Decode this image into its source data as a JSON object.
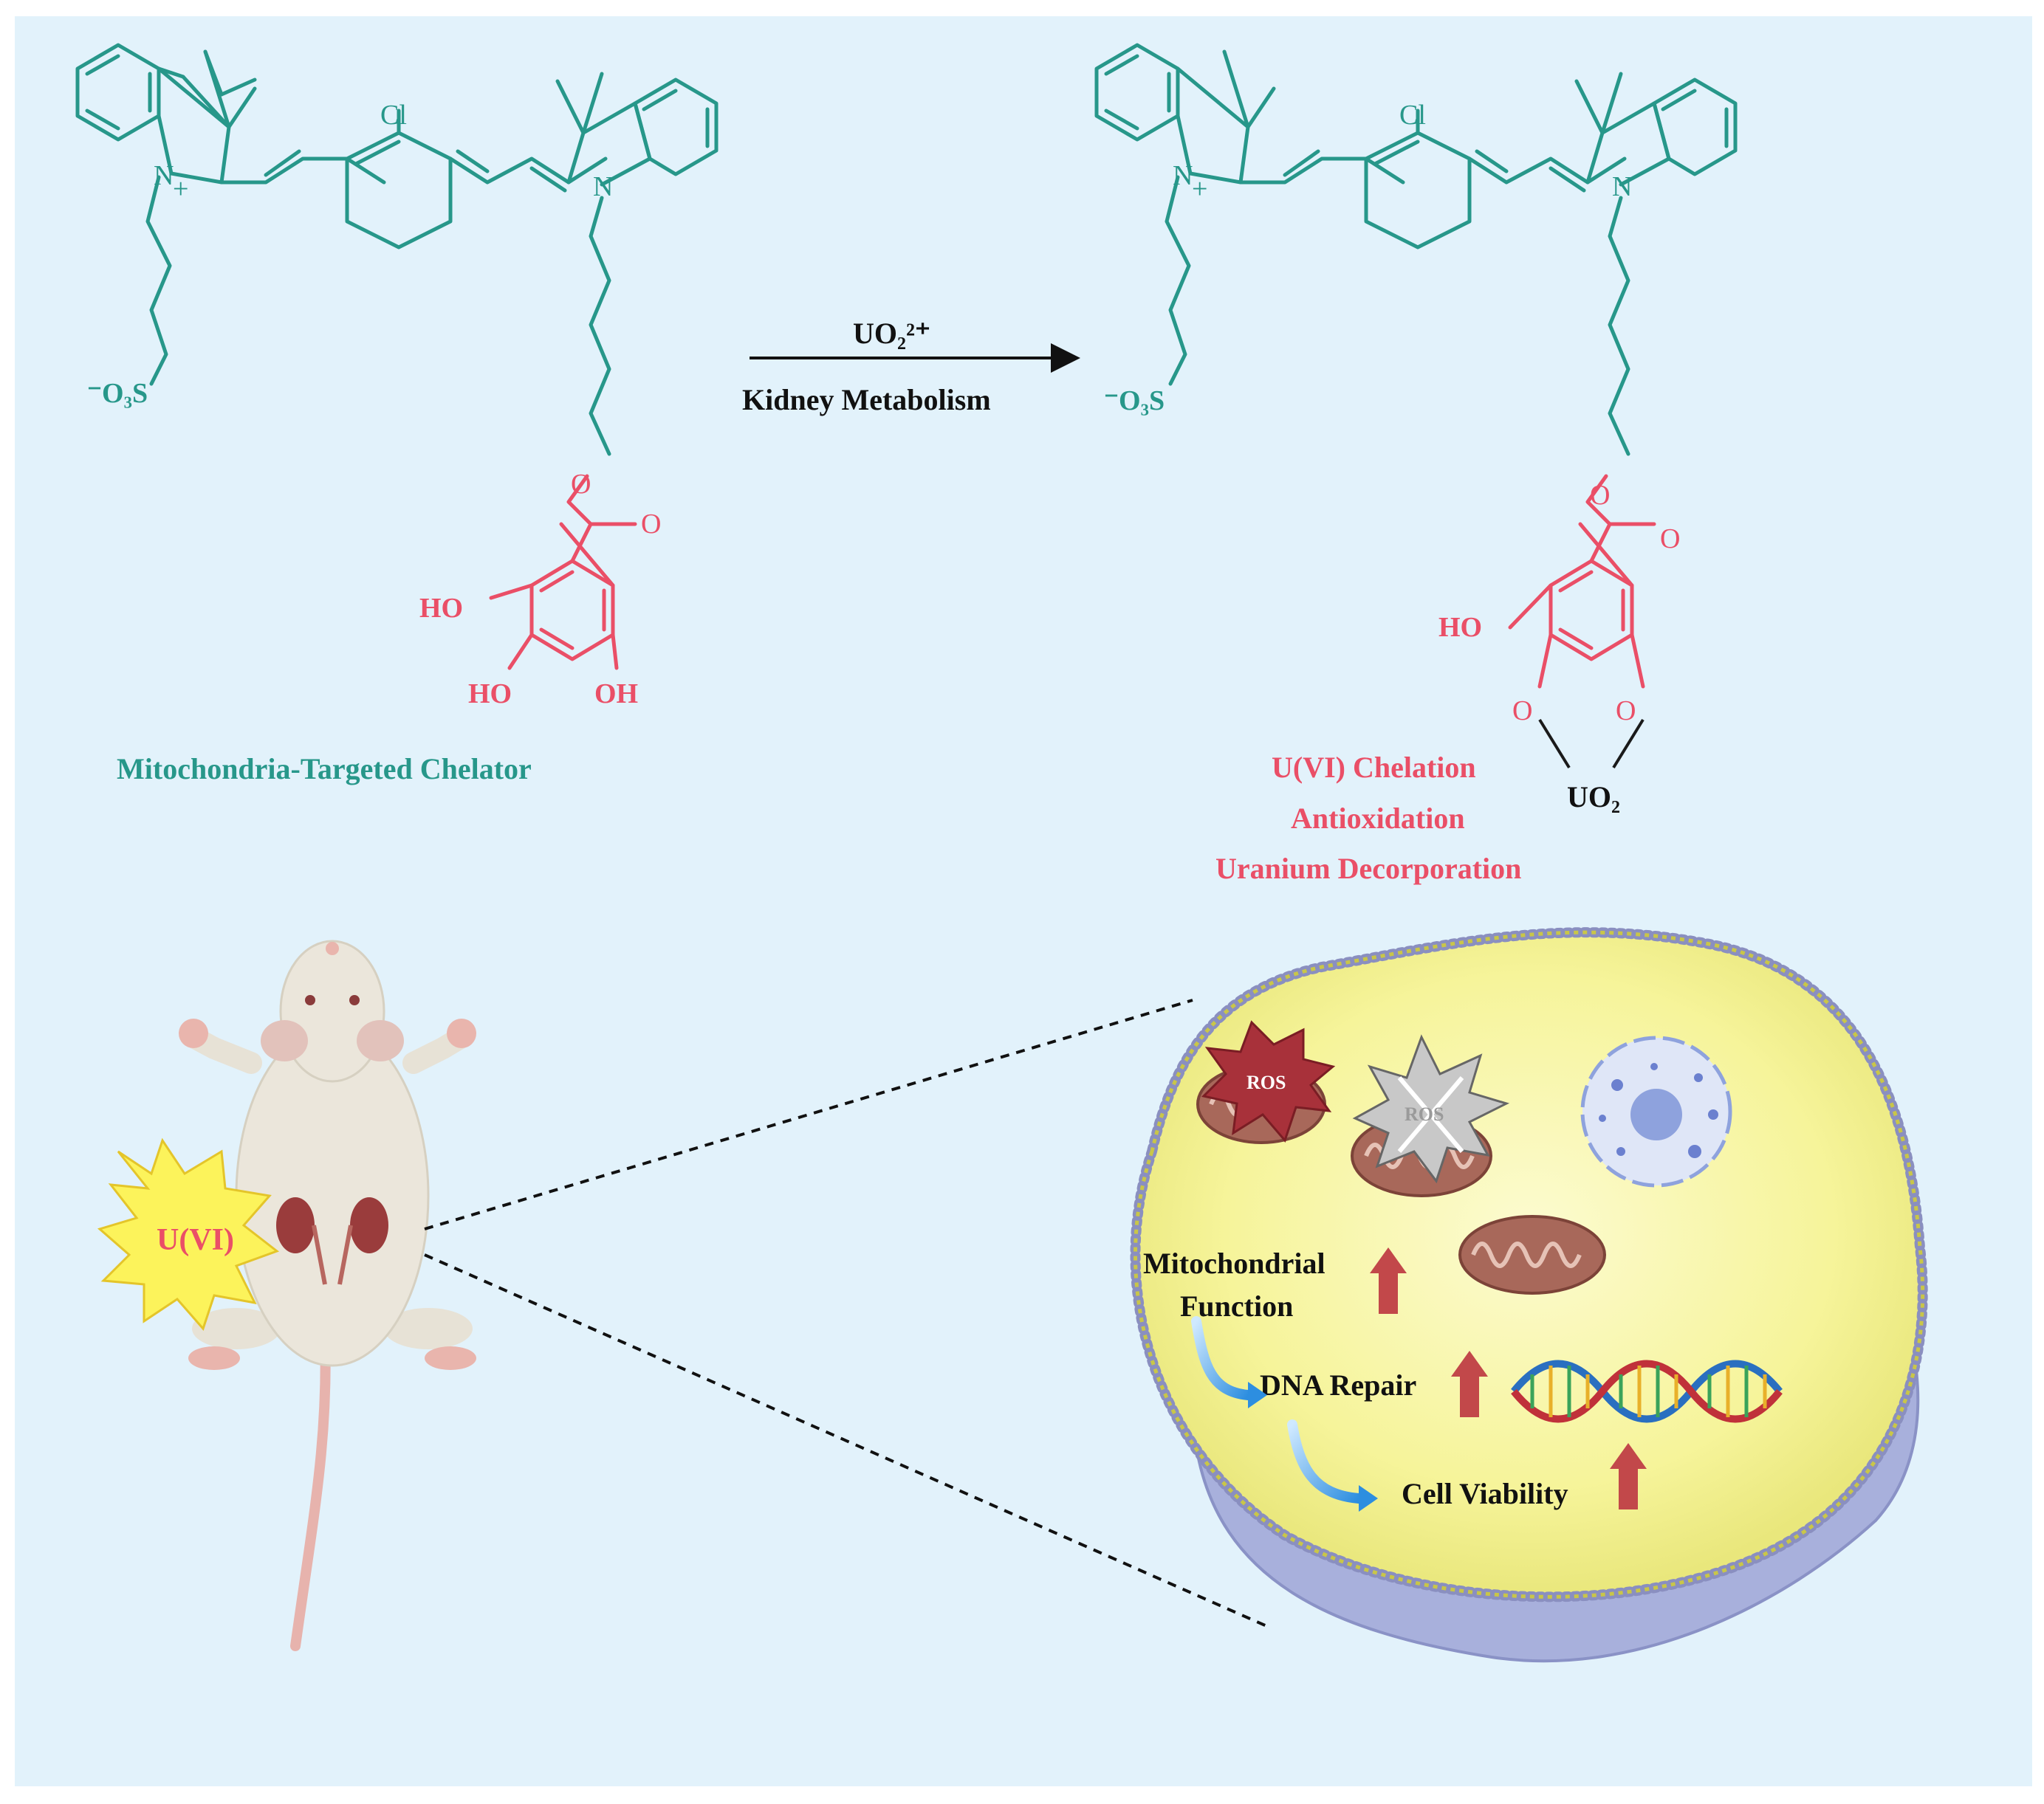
{
  "reaction": {
    "reagent": "UO₂²⁺",
    "condition": "Kidney Metabolism"
  },
  "left_molecule": {
    "name": "Mitochondria-Targeted Chelator",
    "atoms": {
      "chloro": "Cl",
      "n_plus": "N",
      "plus": "+",
      "n": "N",
      "sulfonate": "⁻O₃S",
      "ester_o": "O",
      "carbonyl_o": "O",
      "ho_1": "HO",
      "ho_2": "HO",
      "oh_3": "OH"
    }
  },
  "right_molecule": {
    "atoms": {
      "chloro": "Cl",
      "n_plus": "N",
      "plus": "+",
      "n": "N",
      "sulfonate": "⁻O₃S",
      "ester_o": "O",
      "carbonyl_o": "O",
      "ho": "HO",
      "o_left": "O",
      "o_right": "O",
      "uranyl": "UO₂"
    },
    "effects": [
      "U(VI) Chelation",
      "Antioxidation",
      "Uranium Decorporation"
    ]
  },
  "mouse": {
    "burst_label": "U(VI)"
  },
  "cell": {
    "ros_label": "ROS",
    "ros_quenched_label": "ROS",
    "outcomes": {
      "mito_line1": "Mitochondrial",
      "mito_line2": "Function",
      "dna": "DNA Repair",
      "viability": "Cell Viability"
    }
  },
  "colors": {
    "background": "#e2f2fb",
    "chelator_teal": "#27978a",
    "catechol_pink": "#ea4f67",
    "cell_yellow": "#f6f49a",
    "cell_base_blue": "#a8b0dc",
    "arrow_red": "#c2484a"
  }
}
